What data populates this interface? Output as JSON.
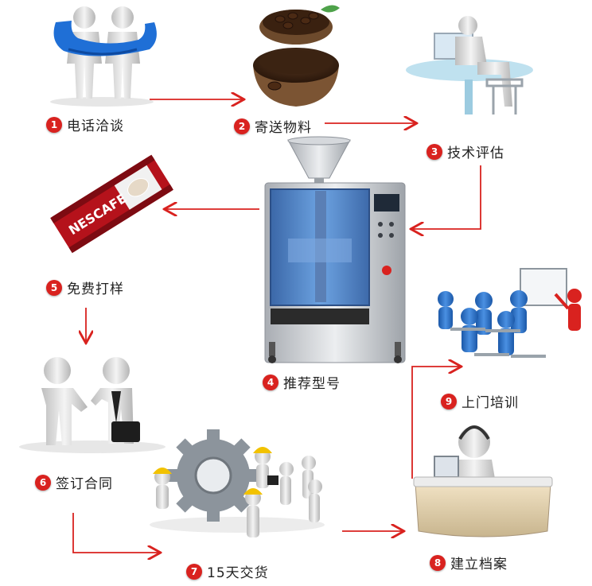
{
  "steps": [
    {
      "num": "1",
      "label": "电话洽谈"
    },
    {
      "num": "2",
      "label": "寄送物料"
    },
    {
      "num": "3",
      "label": "技术评估"
    },
    {
      "num": "4",
      "label": "推荐型号"
    },
    {
      "num": "5",
      "label": "免费打样"
    },
    {
      "num": "6",
      "label": "签订合同"
    },
    {
      "num": "7",
      "label": "15天交货"
    },
    {
      "num": "8",
      "label": "建立档案"
    },
    {
      "num": "9",
      "label": "上门培训"
    }
  ],
  "sachet_brand": "NESCAFE",
  "colors": {
    "arrow": "#d9221f",
    "badge": "#d9221f",
    "phone": "#1f6fd6",
    "machine_steel": "#c9ccd1",
    "machine_glass": "#3f79c9"
  }
}
